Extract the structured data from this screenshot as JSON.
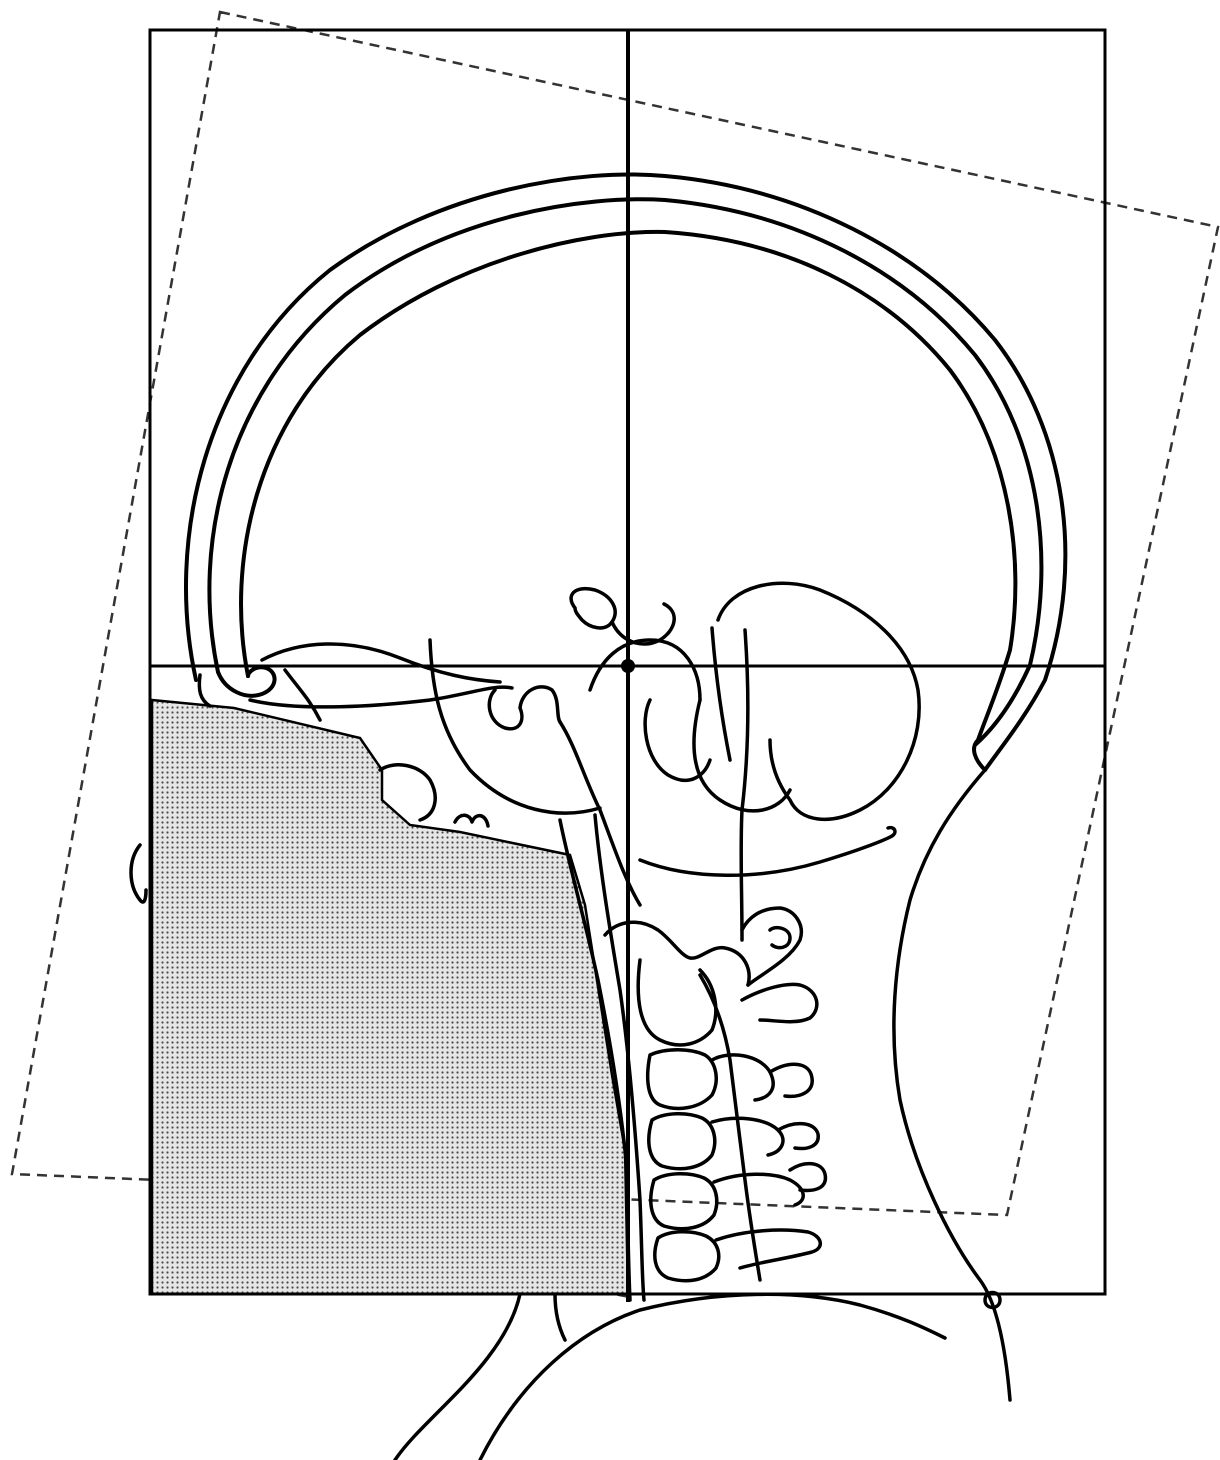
{
  "figure": {
    "description_text": "",
    "colors": {
      "background": "#ffffff",
      "line": "#000000",
      "shading_fill": "#e6e6e6",
      "shading_dot": "#4a4a4a",
      "dashed_frame": "#333333"
    },
    "icons": [
      "skull-outline",
      "cervical-spine",
      "shaded-block",
      "rotated-dashed-frame",
      "crosshair-reference-lines"
    ]
  }
}
